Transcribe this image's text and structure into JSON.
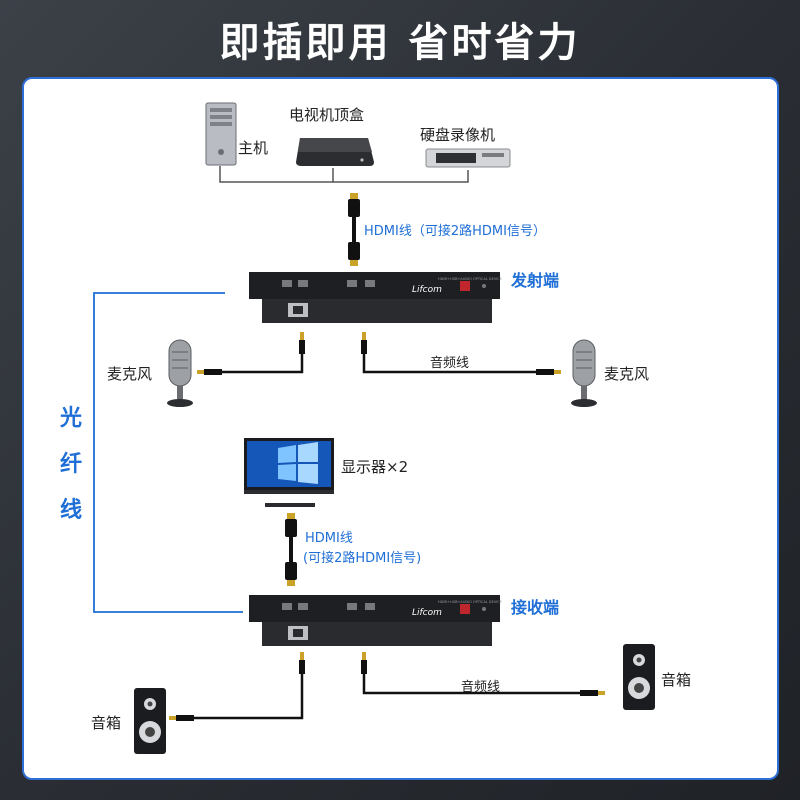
{
  "title": "即插即用 省时省力",
  "sources": {
    "host": "主机",
    "settop": "电视机顶盒",
    "dvr": "硬盘录像机"
  },
  "top_cable": "HDMI线（可接2路HDMI信号）",
  "transmitter": "发射端",
  "receiver": "接收端",
  "mic_left": "麦克风",
  "mic_right": "麦克风",
  "audio_line_top": "音频线",
  "fiber": "光纤线",
  "monitor": "显示器×2",
  "bottom_cable_line1": "HDMI线",
  "bottom_cable_line2": "(可接2路HDMI信号)",
  "speaker_left": "音箱",
  "speaker_right": "音箱",
  "audio_line_bottom": "音频线",
  "device_brand": "Lifcom",
  "device_model": "HDMI+USB+AUDIO OPTICAL DEVICE",
  "colors": {
    "accent": "#1f6fd6",
    "device": "#1e1f22",
    "cable": "#111111"
  }
}
